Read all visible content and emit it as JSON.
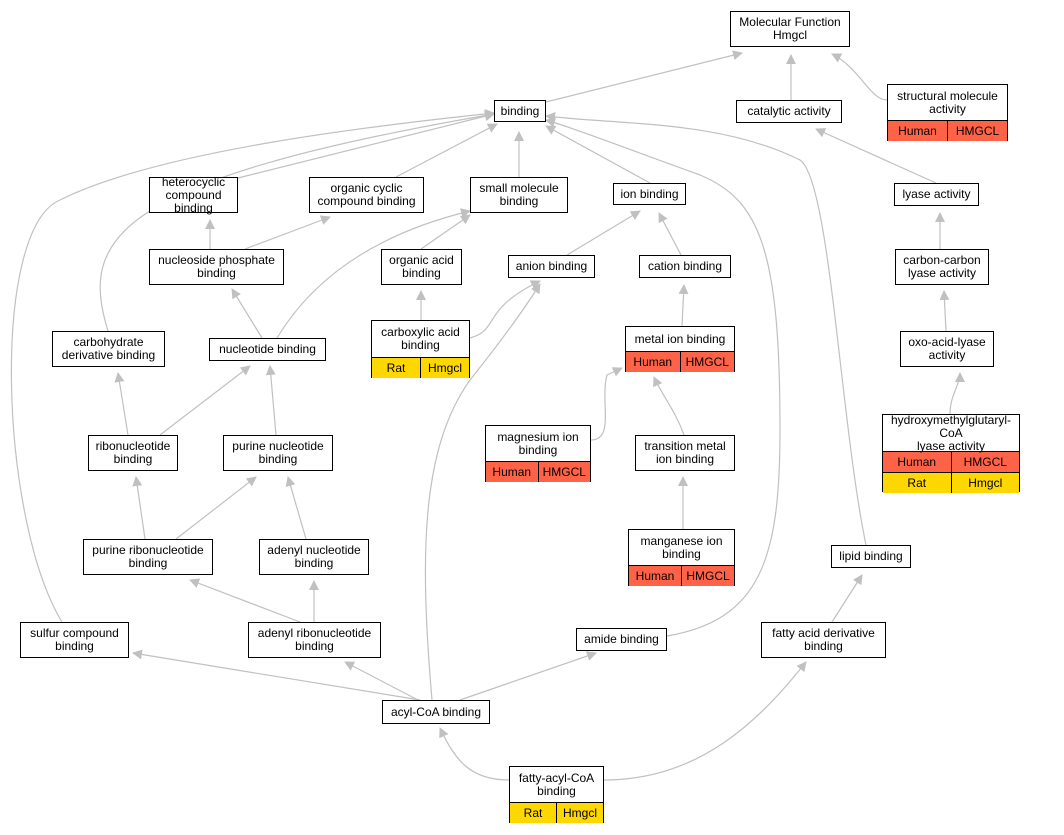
{
  "colors": {
    "edge": "#c0c0c0",
    "human": "#ff6347",
    "rat": "#ffd700"
  },
  "nodes": {
    "mf": {
      "label": "Molecular Function\nHmgcl",
      "rows": []
    },
    "binding": {
      "label": "binding",
      "rows": []
    },
    "catalytic": {
      "label": "catalytic activity",
      "rows": []
    },
    "structural": {
      "label": "structural molecule\nactivity",
      "rows": [
        {
          "species": "Human",
          "gene": "HMGCL",
          "color": "#ff6347"
        }
      ]
    },
    "heterocyclic": {
      "label": "heterocyclic\ncompound binding",
      "rows": []
    },
    "organic_cyclic": {
      "label": "organic cyclic\ncompound binding",
      "rows": []
    },
    "small_molecule": {
      "label": "small molecule\nbinding",
      "rows": []
    },
    "ion_binding": {
      "label": "ion binding",
      "rows": []
    },
    "lyase": {
      "label": "lyase activity",
      "rows": []
    },
    "nucleoside_phosphate": {
      "label": "nucleoside phosphate\nbinding",
      "rows": []
    },
    "organic_acid": {
      "label": "organic acid\nbinding",
      "rows": []
    },
    "anion": {
      "label": "anion binding",
      "rows": []
    },
    "cation": {
      "label": "cation binding",
      "rows": []
    },
    "carbon_carbon": {
      "label": "carbon-carbon\nlyase activity",
      "rows": []
    },
    "carbohydrate": {
      "label": "carbohydrate\nderivative binding",
      "rows": []
    },
    "nucleotide": {
      "label": "nucleotide binding",
      "rows": []
    },
    "carboxylic": {
      "label": "carboxylic acid\nbinding",
      "rows": [
        {
          "species": "Rat",
          "gene": "Hmgcl",
          "color": "#ffd700"
        }
      ]
    },
    "metal_ion": {
      "label": "metal ion binding",
      "rows": [
        {
          "species": "Human",
          "gene": "HMGCL",
          "color": "#ff6347"
        }
      ]
    },
    "oxo_acid": {
      "label": "oxo-acid-lyase\nactivity",
      "rows": []
    },
    "hmg_coa_lyase": {
      "label": "hydroxymethylglutaryl-CoA\nlyase activity",
      "rows": [
        {
          "species": "Human",
          "gene": "HMGCL",
          "color": "#ff6347"
        },
        {
          "species": "Rat",
          "gene": "Hmgcl",
          "color": "#ffd700"
        }
      ]
    },
    "ribonucleotide": {
      "label": "ribonucleotide\nbinding",
      "rows": []
    },
    "purine_nucleotide": {
      "label": "purine nucleotide\nbinding",
      "rows": []
    },
    "magnesium": {
      "label": "magnesium ion\nbinding",
      "rows": [
        {
          "species": "Human",
          "gene": "HMGCL",
          "color": "#ff6347"
        }
      ]
    },
    "transition_metal": {
      "label": "transition metal\nion binding",
      "rows": []
    },
    "manganese": {
      "label": "manganese ion\nbinding",
      "rows": [
        {
          "species": "Human",
          "gene": "HMGCL",
          "color": "#ff6347"
        }
      ]
    },
    "purine_ribonucleotide": {
      "label": "purine ribonucleotide\nbinding",
      "rows": []
    },
    "adenyl_nucleotide": {
      "label": "adenyl nucleotide\nbinding",
      "rows": []
    },
    "lipid": {
      "label": "lipid binding",
      "rows": []
    },
    "sulfur": {
      "label": "sulfur compound\nbinding",
      "rows": []
    },
    "adenyl_ribonucleotide": {
      "label": "adenyl ribonucleotide\nbinding",
      "rows": []
    },
    "amide": {
      "label": "amide binding",
      "rows": []
    },
    "fatty_acid_derivative": {
      "label": "fatty acid derivative\nbinding",
      "rows": []
    },
    "acyl_coa": {
      "label": "acyl-CoA binding",
      "rows": []
    },
    "fatty_acyl_coa": {
      "label": "fatty-acyl-CoA\nbinding",
      "rows": [
        {
          "species": "Rat",
          "gene": "Hmgcl",
          "color": "#ffd700"
        }
      ]
    }
  }
}
